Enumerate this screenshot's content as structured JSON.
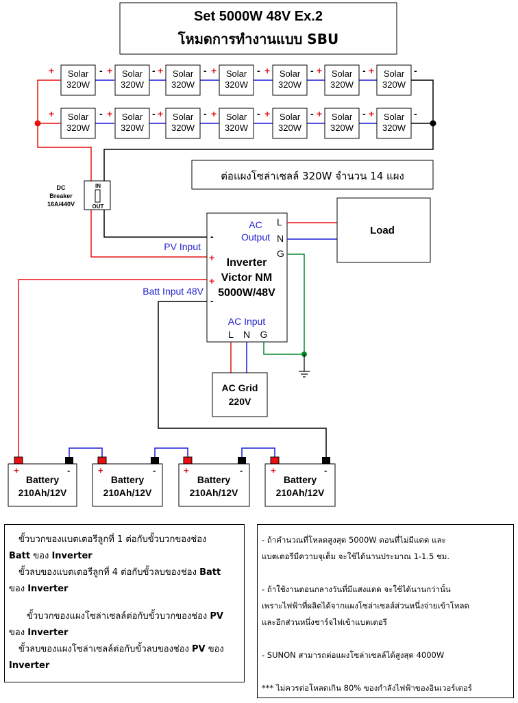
{
  "title": {
    "line1": "Set 5000W 48V Ex.2",
    "line2": "โหมดการทำงานแบบ SBU"
  },
  "solar_panel": {
    "line1": "Solar",
    "line2": "320W"
  },
  "panel_count_label": "ต่อแผงโซล่าเซลล์ 320W จำนวน 14 แผง",
  "breaker": {
    "line1": "DC",
    "line2": "Breaker",
    "line3": "16A/440V",
    "in": "IN",
    "out": "OUT"
  },
  "inverter": {
    "line1": "Inverter",
    "line2": "Victor NM",
    "line3": "5000W/48V"
  },
  "ports": {
    "ac_output_1": "AC",
    "ac_output_2": "Output",
    "pv_input": "PV Input",
    "batt_input": "Batt Input 48V",
    "ac_input": "AC Input",
    "L": "L",
    "N": "N",
    "G": "G",
    "plus": "+",
    "minus": "-"
  },
  "load": "Load",
  "ac_grid": {
    "line1": "AC Grid",
    "line2": "220V"
  },
  "battery": {
    "line1": "Battery",
    "line2": "210Ah/12V"
  },
  "notes_left": {
    "p1a": "ขั้วบวกของแบตเตอรีลูกที่ 1 ต่อกับขั้วบวกของช่อง",
    "p1b_bold": "Batt",
    "p1b": " ของ ",
    "p1c_bold": "Inverter",
    "p2a": "ขั้วลบของแบตเตอรีลูกที่ 4 ต่อกับขั้วลบของช่อง ",
    "p2a_bold": "Batt",
    "p2b": "ของ ",
    "p2b_bold": "Inverter",
    "p3a": "ขั้วบวกของแผงโซล่าเซลล์ต่อกับขั้วบวกของช่อง ",
    "p3a_bold": "PV",
    "p3b": "ของ ",
    "p3b_bold": "Inverter",
    "p4a": "ขั้วลบของแผงโซล่าเซลล์ต่อกับขั้วลบของช่อง ",
    "p4a_bold": "PV",
    "p4a2": " ของ",
    "p4b_bold": "Inverter"
  },
  "notes_right": {
    "b1a": "- ถ้าคำนวณที่โหลดสูงสุด 5000W  ตอนที่ไม่มีแดด และ",
    "b1b": "แบตเตอรีมีความจุเต็ม จะใช้ได้นานประมาณ 1-1.5 ชม.",
    "b2a": "- ถ้าใช้งานตอนกลางวันที่มีแสงแดด จะใช้ได้นานกว่านั้น",
    "b2b": "เพราะไฟฟ้าที่ผลิตได้จากแผงโซล่าเซลล์ส่วนหนึ่งจ่ายเข้าโหลด",
    "b2c": "และอีกส่วนหนึ่งชาร์จไฟเข้าแบตเตอรี",
    "b3": "- SUNON สามารถต่อแผงโซล่าเซลล์ได้สูงสุด 4000W",
    "b4": "*** ไม่ควรต่อโหลดเกิน 80% ของกำลังไฟฟ้าของอินเวอร์เตอร์"
  },
  "colors": {
    "positive": "#e81010",
    "negative": "#000000",
    "series_link": "#1a1ad8",
    "ground": "#0a8a2a",
    "port_label": "#1f1fd0"
  }
}
